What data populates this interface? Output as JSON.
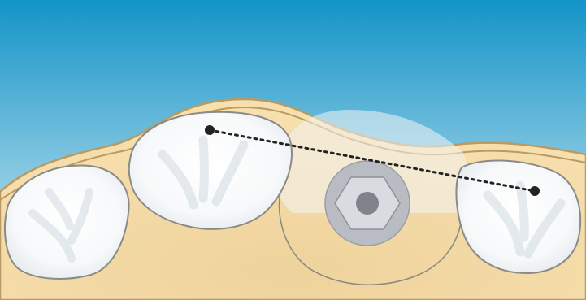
{
  "colors": {
    "sky_top": "#1394c8",
    "sky_bottom": "#dbeef4",
    "gum": "#f7dfae",
    "gum_shadow": "#efd39c",
    "gum_outline": "#b99a62",
    "tooth_fill": "#ffffff",
    "tooth_shade": "#d9e1e6",
    "tooth_outline": "#8a8a86",
    "implant_outer": "#b9bcc2",
    "implant_hex": "#d9dbe0",
    "implant_core": "#7f838b",
    "ghost_crown": "#f3f4f4",
    "reference_line": "#222222"
  },
  "icons": {
    "implant": "implant-hex-screw-icon"
  },
  "elements": {
    "teeth": [
      "left-molar",
      "first-premolar",
      "right-molar"
    ],
    "implant_site": "implant-in-gap",
    "reference_line": "dotted-line-between-cusp-tips"
  }
}
